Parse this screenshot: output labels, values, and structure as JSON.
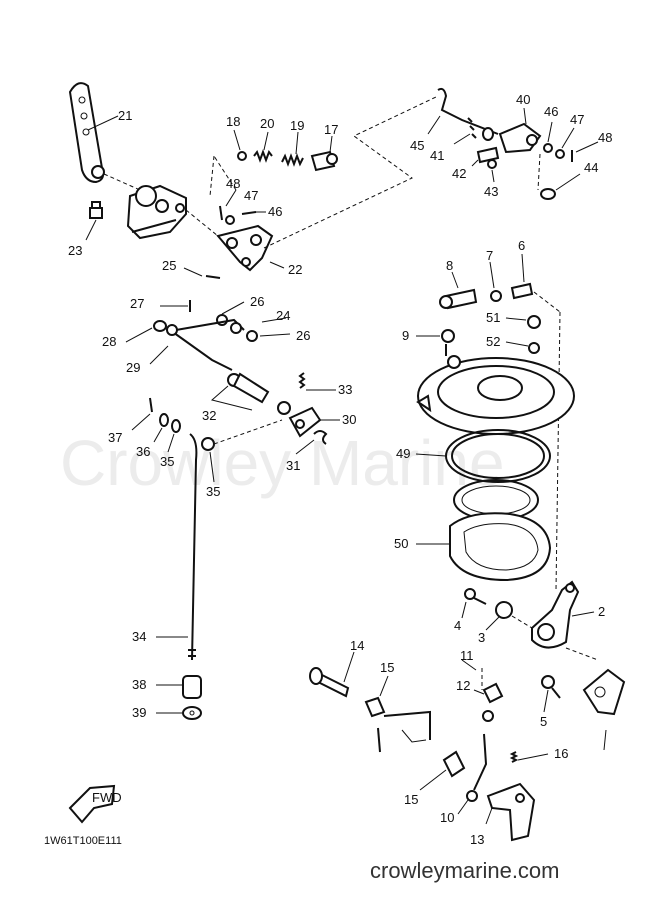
{
  "watermark": "Crowley Marine",
  "website": "crowleymarine.com",
  "diagram_code": "1W61T100E111",
  "fwd_label": "FWD",
  "callouts": [
    {
      "id": "c21",
      "text": "21"
    },
    {
      "id": "c23",
      "text": "23"
    },
    {
      "id": "c18",
      "text": "18"
    },
    {
      "id": "c20",
      "text": "20"
    },
    {
      "id": "c19",
      "text": "19"
    },
    {
      "id": "c17",
      "text": "17"
    },
    {
      "id": "c48a",
      "text": "48"
    },
    {
      "id": "c47a",
      "text": "47"
    },
    {
      "id": "c46a",
      "text": "46"
    },
    {
      "id": "c25",
      "text": "25"
    },
    {
      "id": "c22",
      "text": "22"
    },
    {
      "id": "c27",
      "text": "27"
    },
    {
      "id": "c26a",
      "text": "26"
    },
    {
      "id": "c24",
      "text": "24"
    },
    {
      "id": "c28",
      "text": "28"
    },
    {
      "id": "c26b",
      "text": "26"
    },
    {
      "id": "c29",
      "text": "29"
    },
    {
      "id": "c33",
      "text": "33"
    },
    {
      "id": "c37",
      "text": "37"
    },
    {
      "id": "c36",
      "text": "36"
    },
    {
      "id": "c35a",
      "text": "35"
    },
    {
      "id": "c32",
      "text": "32"
    },
    {
      "id": "c30",
      "text": "30"
    },
    {
      "id": "c31",
      "text": "31"
    },
    {
      "id": "c35b",
      "text": "35"
    },
    {
      "id": "c34",
      "text": "34"
    },
    {
      "id": "c38",
      "text": "38"
    },
    {
      "id": "c39",
      "text": "39"
    },
    {
      "id": "c45",
      "text": "45"
    },
    {
      "id": "c40",
      "text": "40"
    },
    {
      "id": "c46b",
      "text": "46"
    },
    {
      "id": "c47b",
      "text": "47"
    },
    {
      "id": "c48b",
      "text": "48"
    },
    {
      "id": "c41",
      "text": "41"
    },
    {
      "id": "c42",
      "text": "42"
    },
    {
      "id": "c43",
      "text": "43"
    },
    {
      "id": "c44",
      "text": "44"
    },
    {
      "id": "c8",
      "text": "8"
    },
    {
      "id": "c7",
      "text": "7"
    },
    {
      "id": "c6",
      "text": "6"
    },
    {
      "id": "c9",
      "text": "9"
    },
    {
      "id": "c51",
      "text": "51"
    },
    {
      "id": "c52",
      "text": "52"
    },
    {
      "id": "c49",
      "text": "49"
    },
    {
      "id": "c50",
      "text": "50"
    },
    {
      "id": "c4",
      "text": "4"
    },
    {
      "id": "c3",
      "text": "3"
    },
    {
      "id": "c2",
      "text": "2"
    },
    {
      "id": "c14",
      "text": "14"
    },
    {
      "id": "c15a",
      "text": "15"
    },
    {
      "id": "c11",
      "text": "11"
    },
    {
      "id": "c12",
      "text": "12"
    },
    {
      "id": "c5",
      "text": "5"
    },
    {
      "id": "c16",
      "text": "16"
    },
    {
      "id": "c15b",
      "text": "15"
    },
    {
      "id": "c10",
      "text": "10"
    },
    {
      "id": "c13",
      "text": "13"
    }
  ]
}
